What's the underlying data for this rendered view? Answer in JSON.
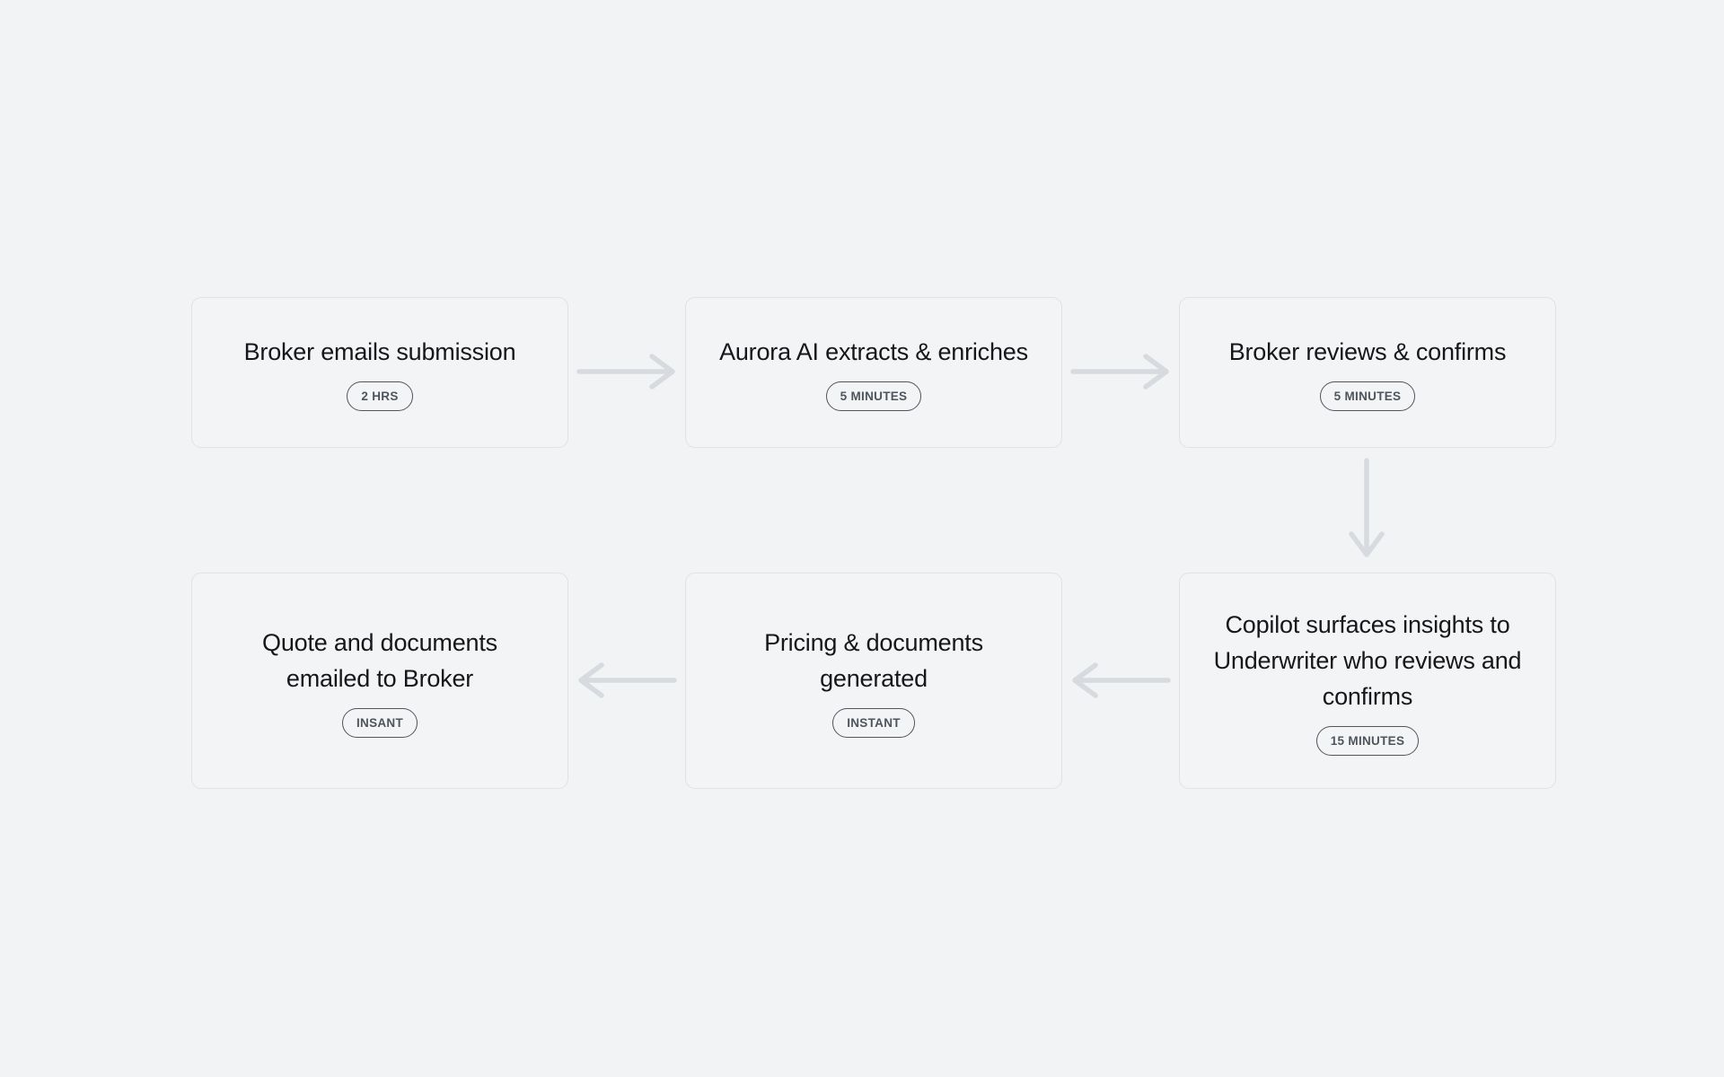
{
  "diagram": {
    "background_color": "#f1f3f5",
    "card_fill": "#f3f4f6",
    "card_border_color": "#dfe2e6",
    "arrow_color": "#d7dbdf",
    "badge_color": "#4d555d",
    "label_color": "#15171a",
    "nodes": [
      {
        "id": "broker-emails-submission",
        "label": "Broker emails submission",
        "badge": "2 HRS"
      },
      {
        "id": "aurora-ai-extracts-enriches",
        "label": "Aurora AI extracts & enriches",
        "badge": "5 MINUTES"
      },
      {
        "id": "broker-reviews-confirms",
        "label": "Broker reviews & confirms",
        "badge": "5 MINUTES"
      },
      {
        "id": "copilot-surfaces-insights",
        "label": "Copilot surfaces insights to\nUnderwriter who reviews and\nconfirms",
        "badge": "15 MINUTES"
      },
      {
        "id": "pricing-documents-generated",
        "label": "Pricing & documents\ngenerated",
        "badge": "INSTANT"
      },
      {
        "id": "quote-documents-emailed",
        "label": "Quote and documents\nemailed to Broker",
        "badge": "INSANT"
      }
    ],
    "connectors": [
      {
        "id": "arrow-1",
        "from": "broker-emails-submission",
        "to": "aurora-ai-extracts-enriches",
        "direction": "right"
      },
      {
        "id": "arrow-2",
        "from": "aurora-ai-extracts-enriches",
        "to": "broker-reviews-confirms",
        "direction": "right"
      },
      {
        "id": "arrow-3",
        "from": "broker-reviews-confirms",
        "to": "copilot-surfaces-insights",
        "direction": "down"
      },
      {
        "id": "arrow-4",
        "from": "copilot-surfaces-insights",
        "to": "pricing-documents-generated",
        "direction": "left"
      },
      {
        "id": "arrow-5",
        "from": "pricing-documents-generated",
        "to": "quote-documents-emailed",
        "direction": "left"
      }
    ]
  }
}
